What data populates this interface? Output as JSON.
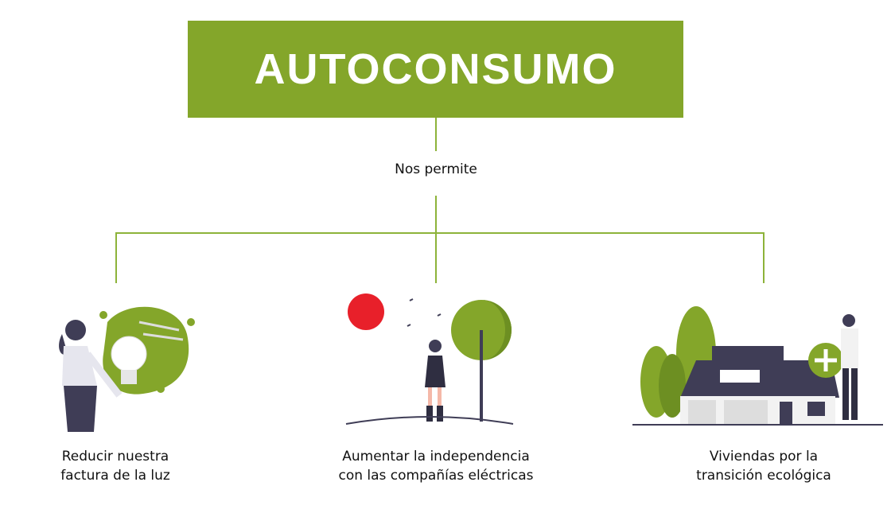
{
  "title": "AUTOCONSUMO",
  "connector": "Nos permite",
  "benefits": [
    {
      "line1": "Reducir nuestra",
      "line2": "factura de la luz",
      "icon": "lightbulb-illustration"
    },
    {
      "line1": "Aumentar la independencia",
      "line2": "con las compañías eléctricas",
      "icon": "person-tree-sun-illustration"
    },
    {
      "line1": "Viviendas por la",
      "line2": "transición ecológica",
      "icon": "house-plus-illustration"
    }
  ],
  "colors": {
    "accent": "#84a62a",
    "sun": "#e8202a",
    "dark": "#3f3d56"
  }
}
